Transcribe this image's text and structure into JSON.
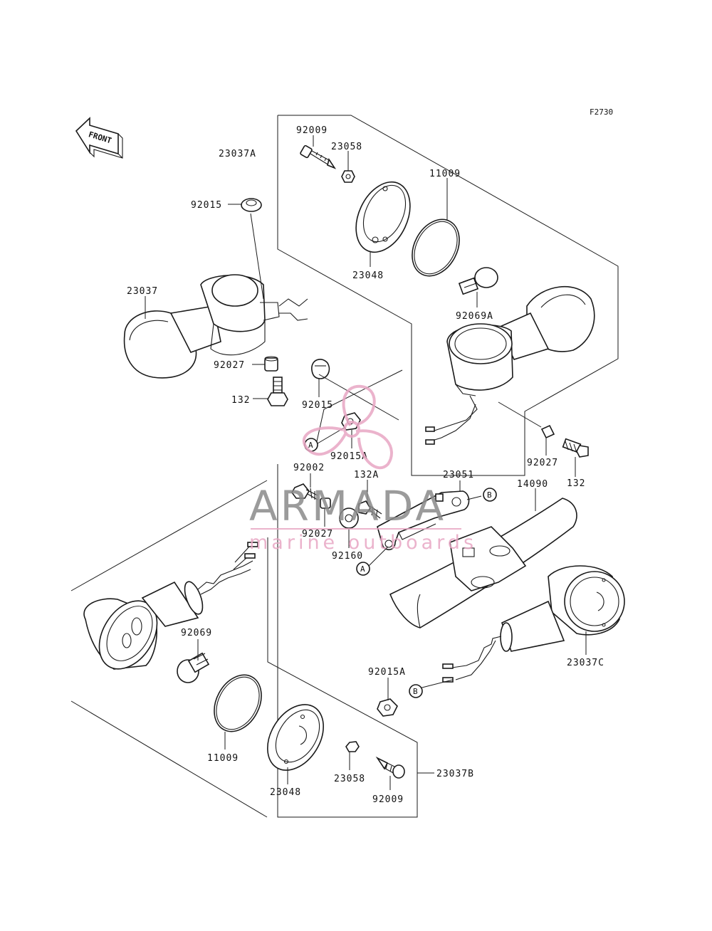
{
  "figure_id": "F2730",
  "front_label": "FRONT",
  "watermark": {
    "brand": "ARMADA",
    "tagline": "marine outboards",
    "brand_color": "#8a8a8a",
    "accent_color": "#e8a6c4"
  },
  "refs": {
    "a1": "A",
    "a2": "A",
    "b1": "B",
    "b2": "B"
  },
  "labels": {
    "p23037A": "23037A",
    "p92009_top": "92009",
    "p23058_top": "23058",
    "p11009_top": "11009",
    "p23048_top": "23048",
    "p92069A": "92069A",
    "p92015_top": "92015",
    "p23037": "23037",
    "p92027_left": "92027",
    "p132_left": "132",
    "p92015_mid": "92015",
    "p92015A_mid": "92015A",
    "p92002": "92002",
    "p132A": "132A",
    "p23051": "23051",
    "p14090": "14090",
    "p92027_mid": "92027",
    "p92160": "92160",
    "p92027_right": "92027",
    "p132_right": "132",
    "p92069": "92069",
    "p23037C": "23037C",
    "p92015A_low": "92015A",
    "p11009_low": "11009",
    "p23048_low": "23048",
    "p23058_low": "23058",
    "p92009_low": "92009",
    "p23037B": "23037B"
  }
}
